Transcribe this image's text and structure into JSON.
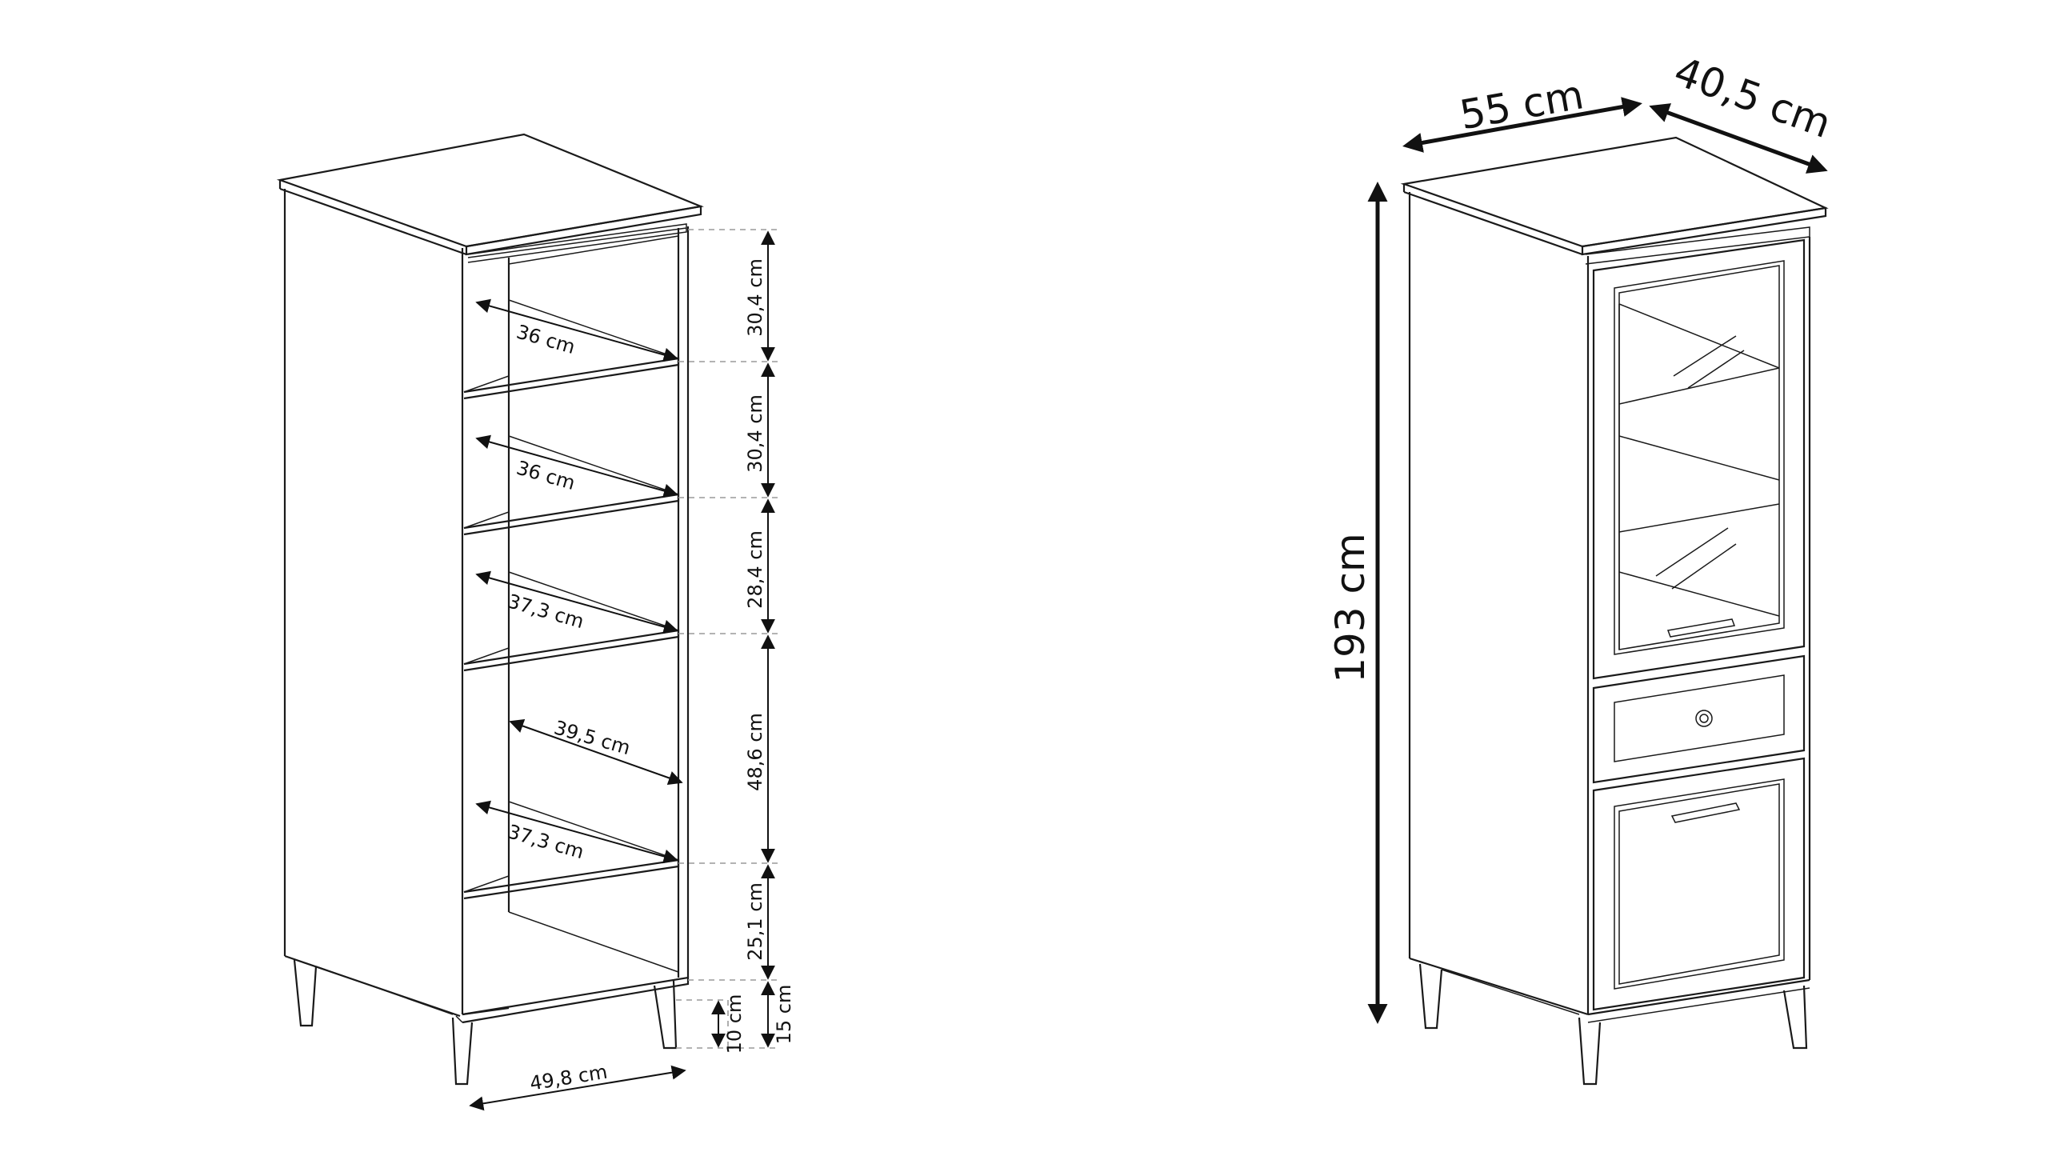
{
  "diagram": {
    "open_view": {
      "dimensions": {
        "shelf_height_1": "30,4 cm",
        "shelf_height_2": "30,4 cm",
        "shelf_height_3": "28,4 cm",
        "shelf_height_4": "48,6 cm",
        "shelf_height_5": "25,1 cm",
        "leg_clearance": "10 cm",
        "base_height": "15 cm",
        "shelf_depth_1": "36 cm",
        "shelf_depth_2": "36 cm",
        "shelf_depth_3": "37,3 cm",
        "inner_depth": "39,5 cm",
        "shelf_depth_4": "37,3 cm",
        "inner_width": "49,8 cm"
      }
    },
    "closed_view": {
      "dimensions": {
        "width": "55 cm",
        "depth": "40,5 cm",
        "height": "193 cm"
      }
    }
  }
}
